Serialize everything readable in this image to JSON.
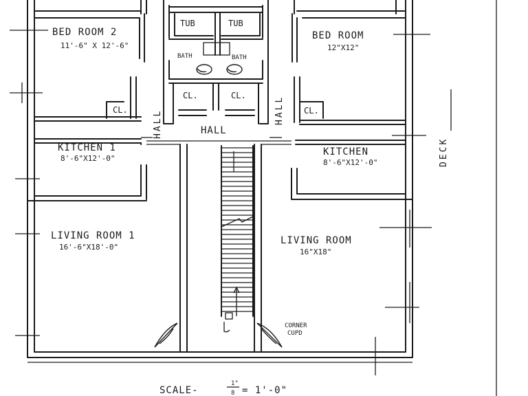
{
  "rooms": {
    "bedroom2": {
      "name": "BED ROOM 2",
      "dims": "11'-6\" X 12'-6\""
    },
    "bedroom": {
      "name": "BED ROOM",
      "dims": "12\"X12\""
    },
    "tub_left": "TUB",
    "tub_right": "TUB",
    "bath_left": "BATH",
    "bath_right": "BATH",
    "closet_left": "CL.",
    "closet_right": "CL.",
    "closet_bed_left": "CL.",
    "closet_bed_right": "CL.",
    "hall_center": "HALL",
    "hall_left": "HALL",
    "hall_right": "HALL",
    "kitchen1": {
      "name": "KITCHEN 1",
      "dims": "8'-6\"X12'-0\""
    },
    "kitchen": {
      "name": "KITCHEN",
      "dims": "8'-6\"X12'-0\""
    },
    "living1": {
      "name": "LIVING ROOM 1",
      "dims": "16'-6\"X18'-0\""
    },
    "living": {
      "name": "LIVING ROOM",
      "dims": "16\"X18\""
    },
    "corner_cupd": {
      "line1": "CORNER",
      "line2": "CUPD"
    },
    "deck": "DECK"
  },
  "scale": {
    "prefix": "SCALE-",
    "numerator": "1\"",
    "denominator": "8",
    "suffix": "= 1'-0\""
  }
}
